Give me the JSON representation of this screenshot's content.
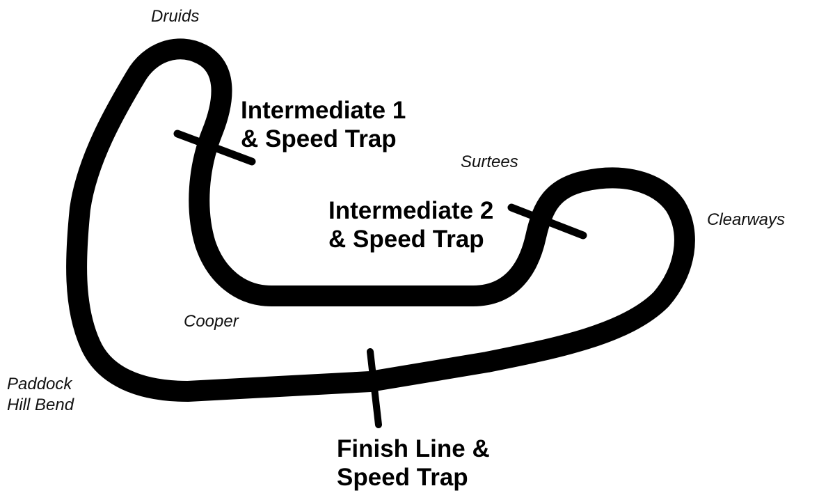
{
  "colors": {
    "track": "#000000",
    "background": "#ffffff",
    "text": "#111111"
  },
  "corners": {
    "druids": "Druids",
    "surtees": "Surtees",
    "clearways": "Clearways",
    "cooper": "Cooper",
    "paddock_line1": "Paddock",
    "paddock_line2": "Hill Bend"
  },
  "markers": {
    "intermediate1_line1": "Intermediate 1",
    "intermediate1_line2": "& Speed Trap",
    "intermediate2_line1": "Intermediate 2",
    "intermediate2_line2": "& Speed Trap",
    "finish_line1": "Finish Line &",
    "finish_line2": "Speed Trap"
  }
}
